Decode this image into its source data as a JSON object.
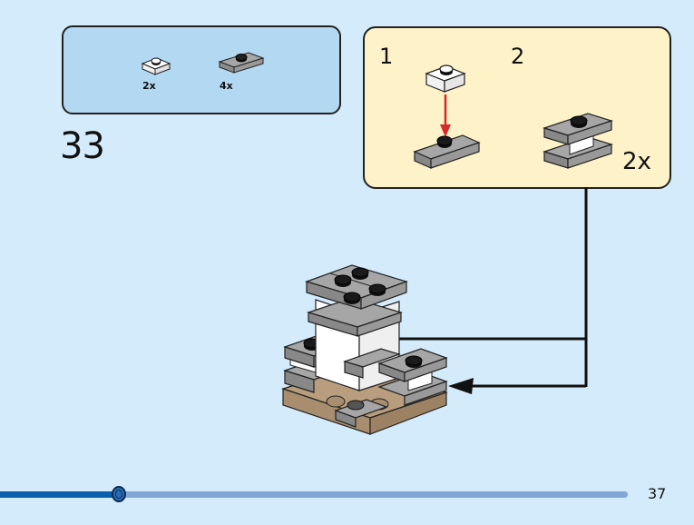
{
  "parts_list": {
    "items": [
      {
        "name": "white-plate-1x1",
        "qty": "2x"
      },
      {
        "name": "gray-jumper-plate-1x2",
        "qty": "4x"
      }
    ]
  },
  "step": {
    "number": "33"
  },
  "sub_assembly": {
    "steps": [
      "1",
      "2"
    ],
    "multiplier": "2x",
    "arrow_color": "#d42a2a"
  },
  "colors": {
    "background": "#d3ebfa",
    "parts_box": "#b3d8f2",
    "sub_box": "#fdf2c8",
    "brick_gray": "#9e9e9e",
    "brick_white": "#ffffff",
    "brick_tan": "#a88e6f",
    "stud_black": "#111111"
  },
  "footer": {
    "page_number": "37",
    "progress_fraction": 0.19
  }
}
